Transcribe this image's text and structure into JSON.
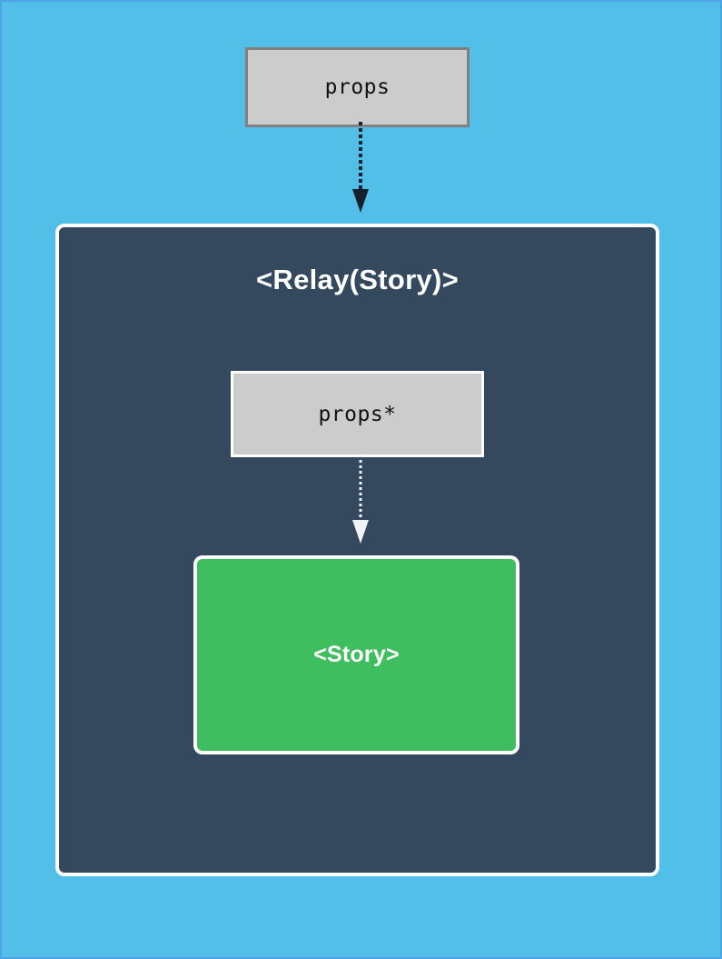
{
  "diagram": {
    "title": "Relay Story component props flow",
    "background_color": "#52bfe9",
    "page_border_color": "#4ea4e6",
    "nodes": {
      "outer_props": {
        "label": "props",
        "fill": "#cccccc",
        "border_color": "#808080",
        "shape": "rectangle"
      },
      "relay_container": {
        "label": "<Relay(Story)>",
        "fill": "#34495e",
        "border_color": "#ffffff",
        "shape": "rounded-rectangle"
      },
      "inner_props": {
        "label": "props*",
        "fill": "#cccccc",
        "border_color": "#ffffff",
        "shape": "rectangle"
      },
      "story": {
        "label": "<Story>",
        "fill": "#3fbe5f",
        "border_color": "#ffffff",
        "shape": "rounded-rectangle"
      }
    },
    "edges": [
      {
        "name": "props-to-relay-arrow",
        "from": "outer_props",
        "to": "relay_container",
        "color": "#14202c",
        "style": "dotted",
        "arrowhead": "solid"
      },
      {
        "name": "props-star-to-story-arrow",
        "from": "inner_props",
        "to": "story",
        "color": "#f0f4f8",
        "style": "dotted",
        "arrowhead": "solid"
      }
    ]
  }
}
